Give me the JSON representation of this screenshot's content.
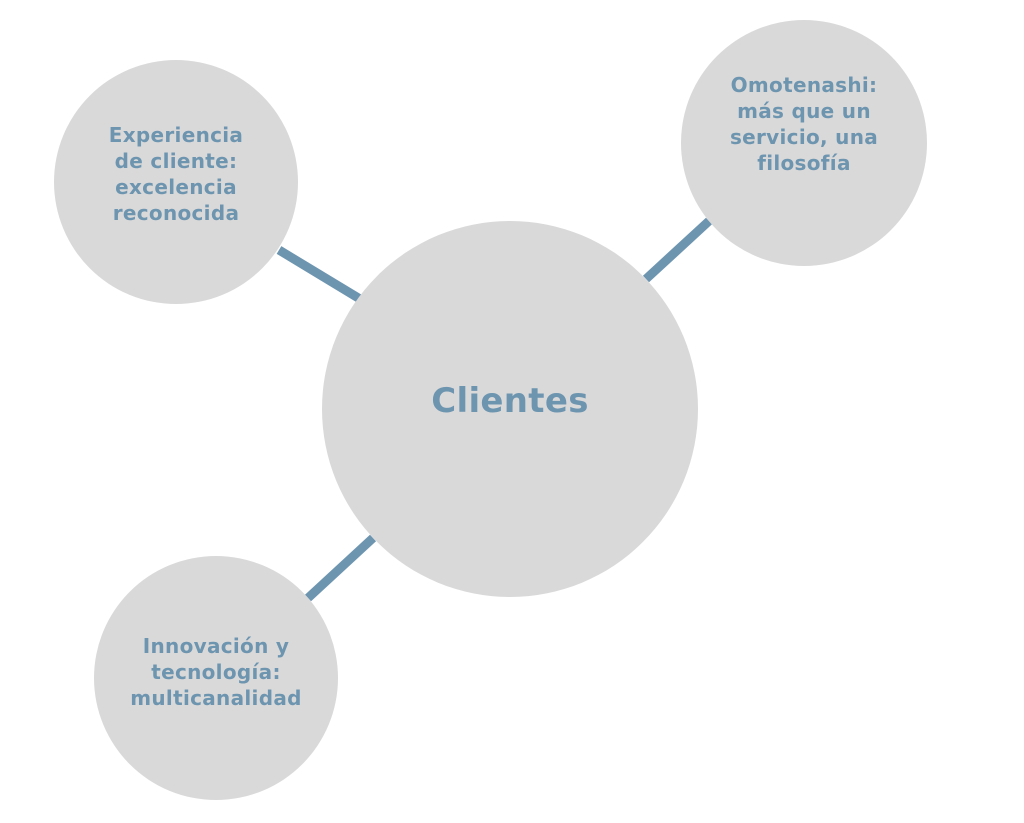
{
  "diagram": {
    "center": {
      "label": "Clientes"
    },
    "nodes": [
      {
        "id": "top-left",
        "label": "Experiencia\nde cliente:\nexcelencia\nreconocida"
      },
      {
        "id": "top-right",
        "label": "Omotenashi:\nmás que un\nservicio, una\nfilosofía"
      },
      {
        "id": "bottom-left",
        "label": "Innovación y\ntecnología:\nmulticanalidad"
      }
    ]
  },
  "colors": {
    "node_fill": "#dad9d9",
    "text_and_connector": "#6d95b0",
    "background": "#ffffff"
  }
}
